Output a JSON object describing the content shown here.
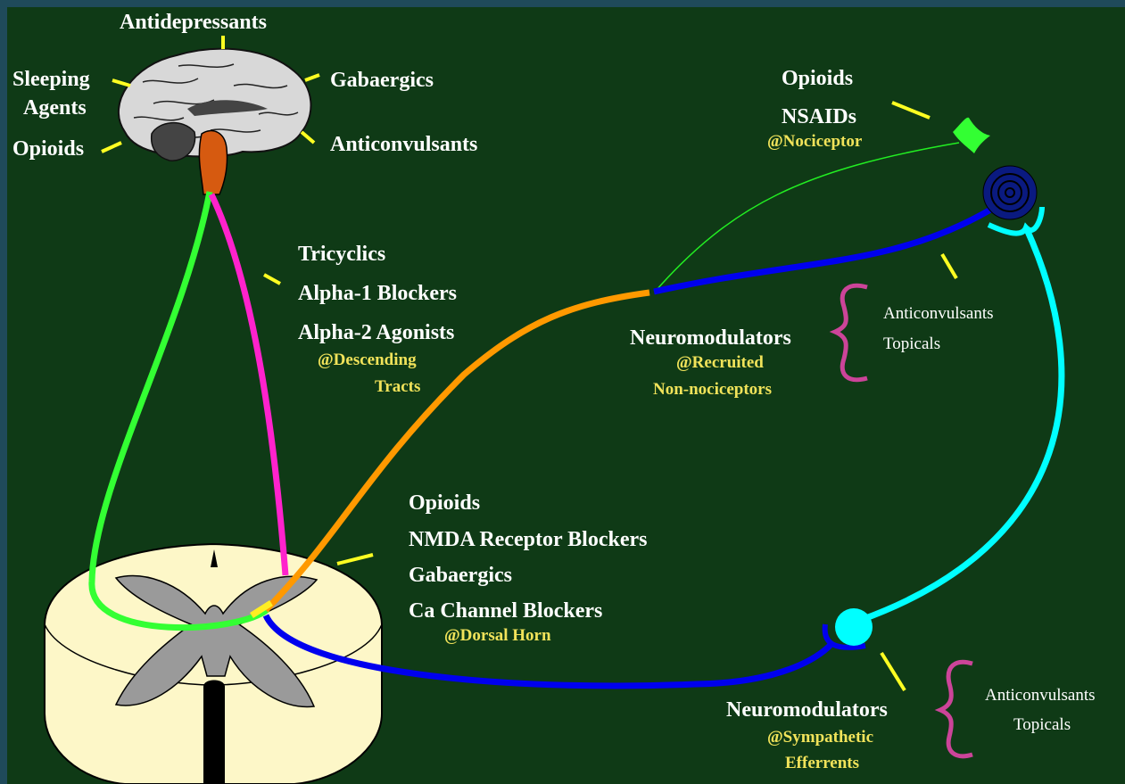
{
  "brain": {
    "top": "Antidepressants",
    "left_1": "Sleeping",
    "left_2": "Agents",
    "left_3": "Opioids",
    "right_1": "Gabaergics",
    "right_2": "Anticonvulsants"
  },
  "descending": {
    "drug_1": "Tricyclics",
    "drug_2": "Alpha-1 Blockers",
    "drug_3": "Alpha-2 Agonists",
    "site_1": "@Descending",
    "site_2": "Tracts"
  },
  "nociceptor": {
    "drug_1": "Opioids",
    "drug_2": "NSAIDs",
    "site": "@Nociceptor"
  },
  "recruited": {
    "title": "Neuromodulators",
    "site_1": "@Recruited",
    "site_2": "Non-nociceptors",
    "bracket_1": "Anticonvulsants",
    "bracket_2": "Topicals"
  },
  "dorsal_horn": {
    "drug_1": "Opioids",
    "drug_2": "NMDA Receptor Blockers",
    "drug_3": "Gabaergics",
    "drug_4": "Ca Channel Blockers",
    "site": "@Dorsal Horn"
  },
  "sympathetic": {
    "title": "Neuromodulators",
    "site_1": "@Sympathetic",
    "site_2": "Efferrents",
    "bracket_1": "Anticonvulsants",
    "bracket_2": "Topicals"
  },
  "colors": {
    "background": "#0f3a16",
    "ascending_tract": "#33ff33",
    "descending_tract": "#ff22cc",
    "afferent_orange": "#ff9900",
    "afferent_blue": "#0000ee",
    "sympathetic_cyan": "#00ffff",
    "site_text": "#f1e35a",
    "bracket": "#cc4499"
  }
}
